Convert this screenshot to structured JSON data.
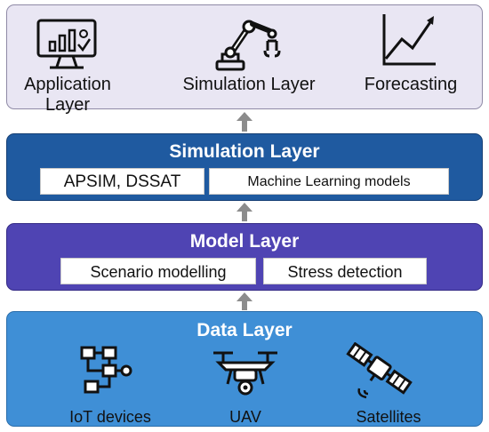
{
  "application_layer": {
    "items": [
      {
        "label": "Application Layer",
        "icon": "monitor-chart-icon"
      },
      {
        "label": "Simulation Layer",
        "icon": "robotic-arm-icon"
      },
      {
        "label": "Forecasting",
        "icon": "trend-line-icon"
      }
    ]
  },
  "simulation_layer": {
    "title": "Simulation Layer",
    "chips": [
      "APSIM, DSSAT",
      "Machine Learning models"
    ]
  },
  "model_layer": {
    "title": "Model Layer",
    "chips": [
      "Scenario modelling",
      "Stress detection"
    ]
  },
  "data_layer": {
    "title": "Data Layer",
    "items": [
      {
        "label": "IoT devices",
        "icon": "iot-network-icon"
      },
      {
        "label": "UAV",
        "icon": "drone-icon"
      },
      {
        "label": "Satellites",
        "icon": "satellite-icon"
      }
    ]
  },
  "colors": {
    "application_bg": "#e9e6f3",
    "simulation_bg": "#1f5aa0",
    "model_bg": "#4f44b3",
    "data_bg": "#3f8fd6",
    "arrow": "#8c8c8c"
  }
}
